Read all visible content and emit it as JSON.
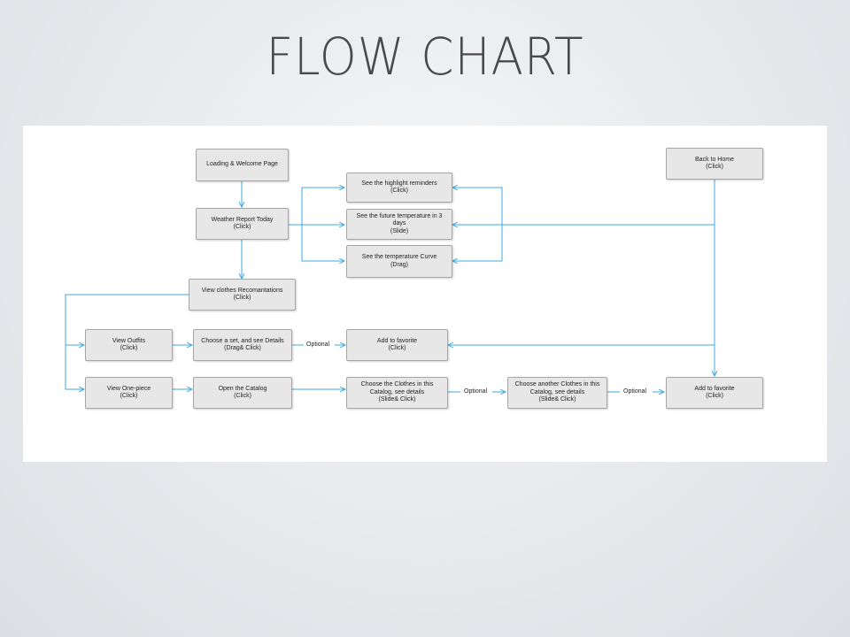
{
  "title": "FLOW CHART",
  "colors": {
    "connector": "#3fa9dc",
    "node_fill": "#e7e7e7",
    "node_border": "#a6a6a6"
  },
  "nodes": {
    "loading": "Loading & Welcome Page",
    "weather": "Weather Report Today\n(Click)",
    "highlight": "See the highlight reminders\n(Click)",
    "future_temp": "See the future temperature in 3\ndays\n(Slide)",
    "temp_curve": "See the temperature Curve\n(Drag)",
    "back_home": "Back to Home\n(Click)",
    "view_clothes": "View clothes Recomantations\n(Click)",
    "view_outfits": "View Outfits\n(Click)",
    "choose_set": "Choose a set, and see Details\n(Drag& Click)",
    "add_fav_1": "Add to favorite\n(Click)",
    "view_onepiece": "View One-piece\n(Click)",
    "open_catalog": "Open the Catalog\n(Click)",
    "choose_clothes": "Choose the Clothes in this\nCatalog, see details\n(Slide& Click)",
    "choose_another": "Choose another Clothes in this\nCatalog, see details\n(Slide& Click)",
    "add_fav_2": "Add to favorite\n(Click)"
  },
  "edge_labels": {
    "optional_1": "Optional",
    "optional_2": "Optional",
    "optional_3": "Optional"
  }
}
